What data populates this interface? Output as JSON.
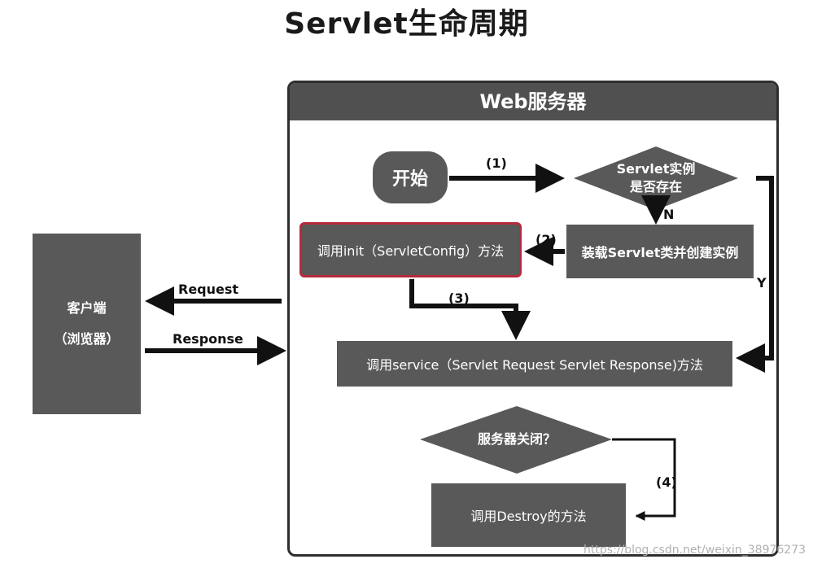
{
  "title": "Servlet生命周期",
  "server": {
    "header": "Web服务器"
  },
  "client": {
    "line1": "客户端",
    "line2": "（浏览器）"
  },
  "flow": {
    "start": "开始",
    "check_instance": {
      "line1": "Servlet实例",
      "line2": "是否存在"
    },
    "load_class": "装载Servlet类并创建实例",
    "call_init": "调用init（ServletConfig）方法",
    "call_service": "调用service（Servlet Request Servlet Response)方法",
    "server_closed": "服务器关闭？",
    "call_destroy": "调用Destroy的方法"
  },
  "labels": {
    "step1": "(1)",
    "step2": "(2)",
    "step3": "(3)",
    "step4": "(4)",
    "no": "N",
    "yes": "Y",
    "request": "Request",
    "response": "Response"
  },
  "watermark": "https://blog.csdn.net/weixin_38976273",
  "colors": {
    "box_fill": "#595959",
    "header_fill": "#505050",
    "highlight_border": "#b52a3c",
    "arrow": "#111111"
  }
}
